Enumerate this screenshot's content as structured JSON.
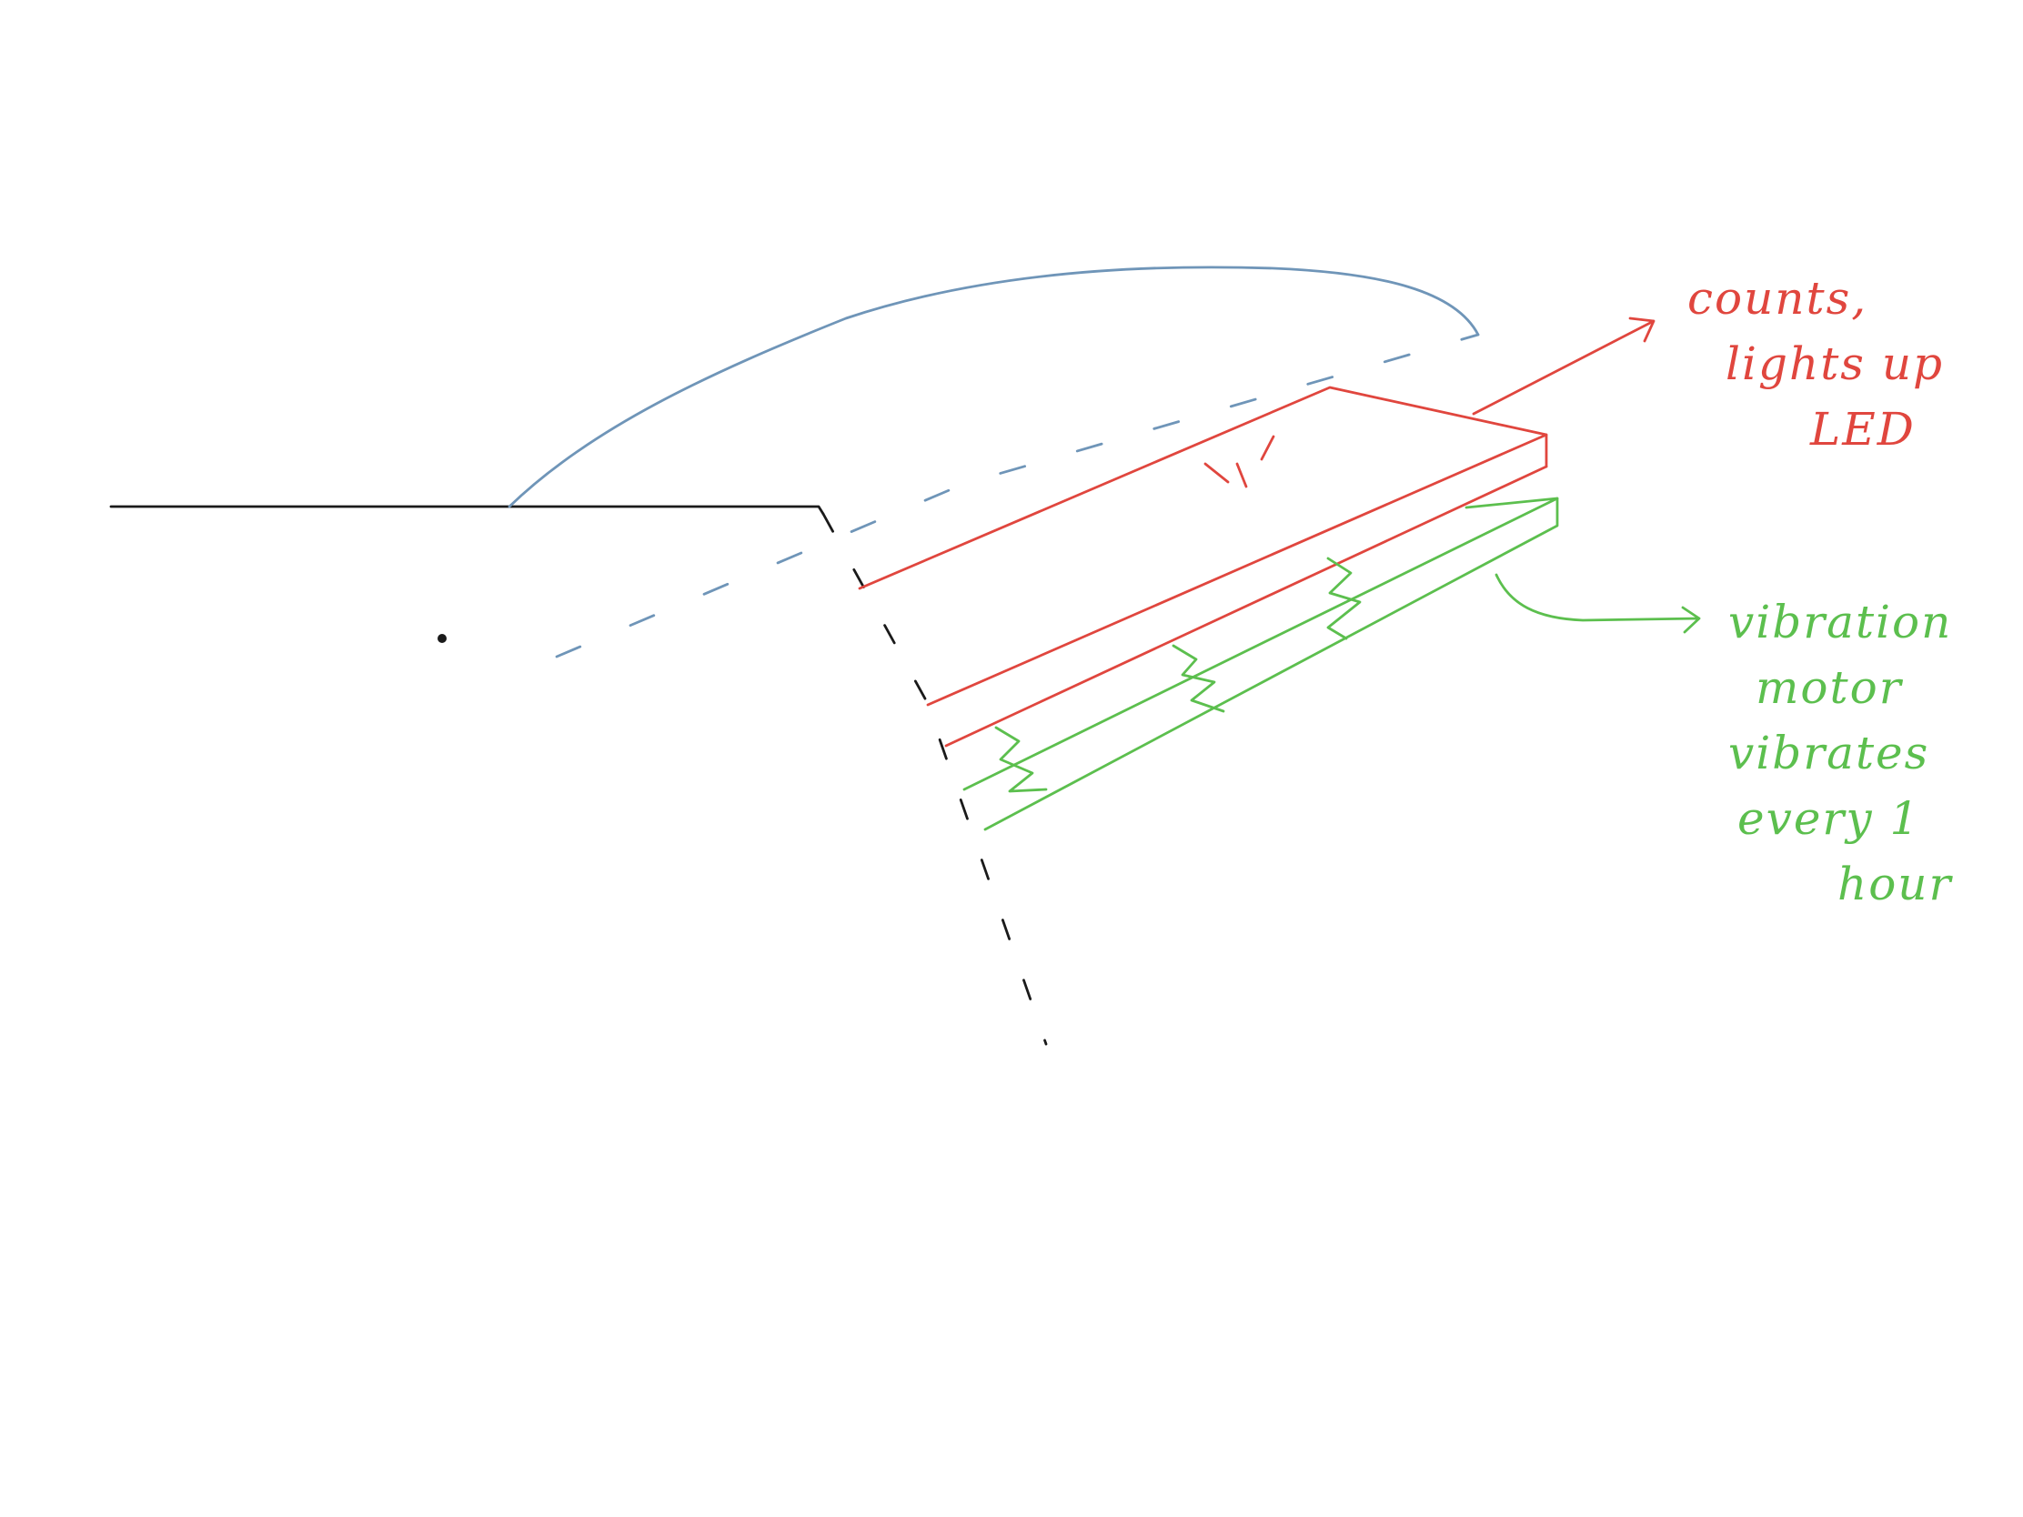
{
  "annotations": {
    "led_note": {
      "lines": [
        "counts,",
        "lights up",
        "LED"
      ],
      "color": "#e0463e"
    },
    "motor_note": {
      "lines": [
        "vibration",
        "motor",
        "vibrates",
        "every 1",
        "hour"
      ],
      "color": "#5cbf4e"
    }
  },
  "colors": {
    "background": "#ffffff",
    "outline": "#1a1a1a",
    "hinge": "#6f95b8",
    "led_part": "#e0463e",
    "motor_part": "#5cbf4e"
  }
}
